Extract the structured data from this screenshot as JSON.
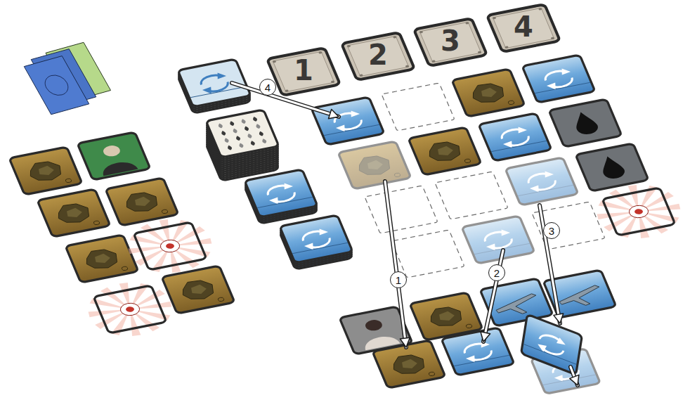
{
  "diagram": {
    "nodes": [
      {
        "text": [
          "1"
        ]
      },
      {
        "text": [
          "2"
        ]
      },
      {
        "text": [
          "3"
        ]
      },
      {
        "text": [
          "4"
        ]
      },
      {
        "text": [
          "4"
        ]
      },
      {
        "text": [
          "1"
        ]
      },
      {
        "text": [
          "2"
        ]
      },
      {
        "text": [
          "3"
        ]
      }
    ]
  }
}
